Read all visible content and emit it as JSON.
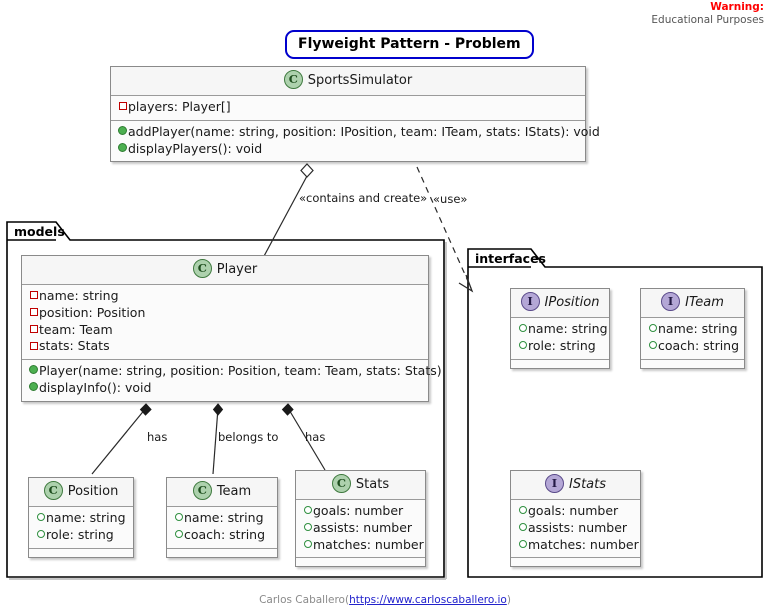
{
  "warning": {
    "title": "Warning:",
    "subtitle": "Educational Purposes",
    "color": "#ff0000"
  },
  "diagram": {
    "title": "Flyweight Pattern - Problem",
    "title_border_color": "#0000cd"
  },
  "footer": {
    "author": "Carlos Caballero",
    "open_paren": "(",
    "link": "https://www.carloscaballero.io",
    "close_paren": ")"
  },
  "packages": {
    "models": {
      "label": "models"
    },
    "interfaces": {
      "label": "interfaces"
    }
  },
  "classes": {
    "sports_simulator": {
      "badge": "C",
      "badge_kind": "class-icon",
      "name": "SportsSimulator",
      "fields": [
        {
          "visibility": "private",
          "text": "players: Player[]"
        }
      ],
      "methods": [
        {
          "visibility": "public",
          "text": "addPlayer(name: string, position: IPosition, team: ITeam, stats: IStats): void"
        },
        {
          "visibility": "public",
          "text": "displayPlayers(): void"
        }
      ]
    },
    "player": {
      "badge": "C",
      "badge_kind": "class-icon",
      "name": "Player",
      "fields": [
        {
          "visibility": "private",
          "text": "name: string"
        },
        {
          "visibility": "private",
          "text": "position: Position"
        },
        {
          "visibility": "private",
          "text": "team: Team"
        },
        {
          "visibility": "private",
          "text": "stats: Stats"
        }
      ],
      "methods": [
        {
          "visibility": "public",
          "text": "Player(name: string, position: Position, team: Team, stats: Stats)"
        },
        {
          "visibility": "public",
          "text": "displayInfo(): void"
        }
      ]
    },
    "position": {
      "badge": "C",
      "badge_kind": "class-icon",
      "name": "Position",
      "fields": [
        {
          "visibility": "public",
          "text": "name: string"
        },
        {
          "visibility": "public",
          "text": "role: string"
        }
      ],
      "methods": []
    },
    "team": {
      "badge": "C",
      "badge_kind": "class-icon",
      "name": "Team",
      "fields": [
        {
          "visibility": "public",
          "text": "name: string"
        },
        {
          "visibility": "public",
          "text": "coach: string"
        }
      ],
      "methods": []
    },
    "stats": {
      "badge": "C",
      "badge_kind": "class-icon",
      "name": "Stats",
      "fields": [
        {
          "visibility": "public",
          "text": "goals: number"
        },
        {
          "visibility": "public",
          "text": "assists: number"
        },
        {
          "visibility": "public",
          "text": "matches: number"
        }
      ],
      "methods": []
    }
  },
  "interfaces": {
    "iposition": {
      "badge": "I",
      "badge_kind": "interface-icon",
      "name": "IPosition",
      "fields": [
        {
          "visibility": "public",
          "text": "name: string"
        },
        {
          "visibility": "public",
          "text": "role: string"
        }
      ],
      "methods": []
    },
    "iteam": {
      "badge": "I",
      "badge_kind": "interface-icon",
      "name": "ITeam",
      "fields": [
        {
          "visibility": "public",
          "text": "name: string"
        },
        {
          "visibility": "public",
          "text": "coach: string"
        }
      ],
      "methods": []
    },
    "istats": {
      "badge": "I",
      "badge_kind": "interface-icon",
      "name": "IStats",
      "fields": [
        {
          "visibility": "public",
          "text": "goals: number"
        },
        {
          "visibility": "public",
          "text": "assists: number"
        },
        {
          "visibility": "public",
          "text": "matches: number"
        }
      ],
      "methods": []
    }
  },
  "relations": {
    "contains_and_create": {
      "label": "«contains and create»",
      "kind": "aggregation"
    },
    "use": {
      "label": "«use»",
      "kind": "dependency"
    },
    "player_position": {
      "label": "has",
      "kind": "composition"
    },
    "player_team": {
      "label": "belongs to",
      "kind": "composition"
    },
    "player_stats": {
      "label": "has",
      "kind": "composition"
    }
  }
}
